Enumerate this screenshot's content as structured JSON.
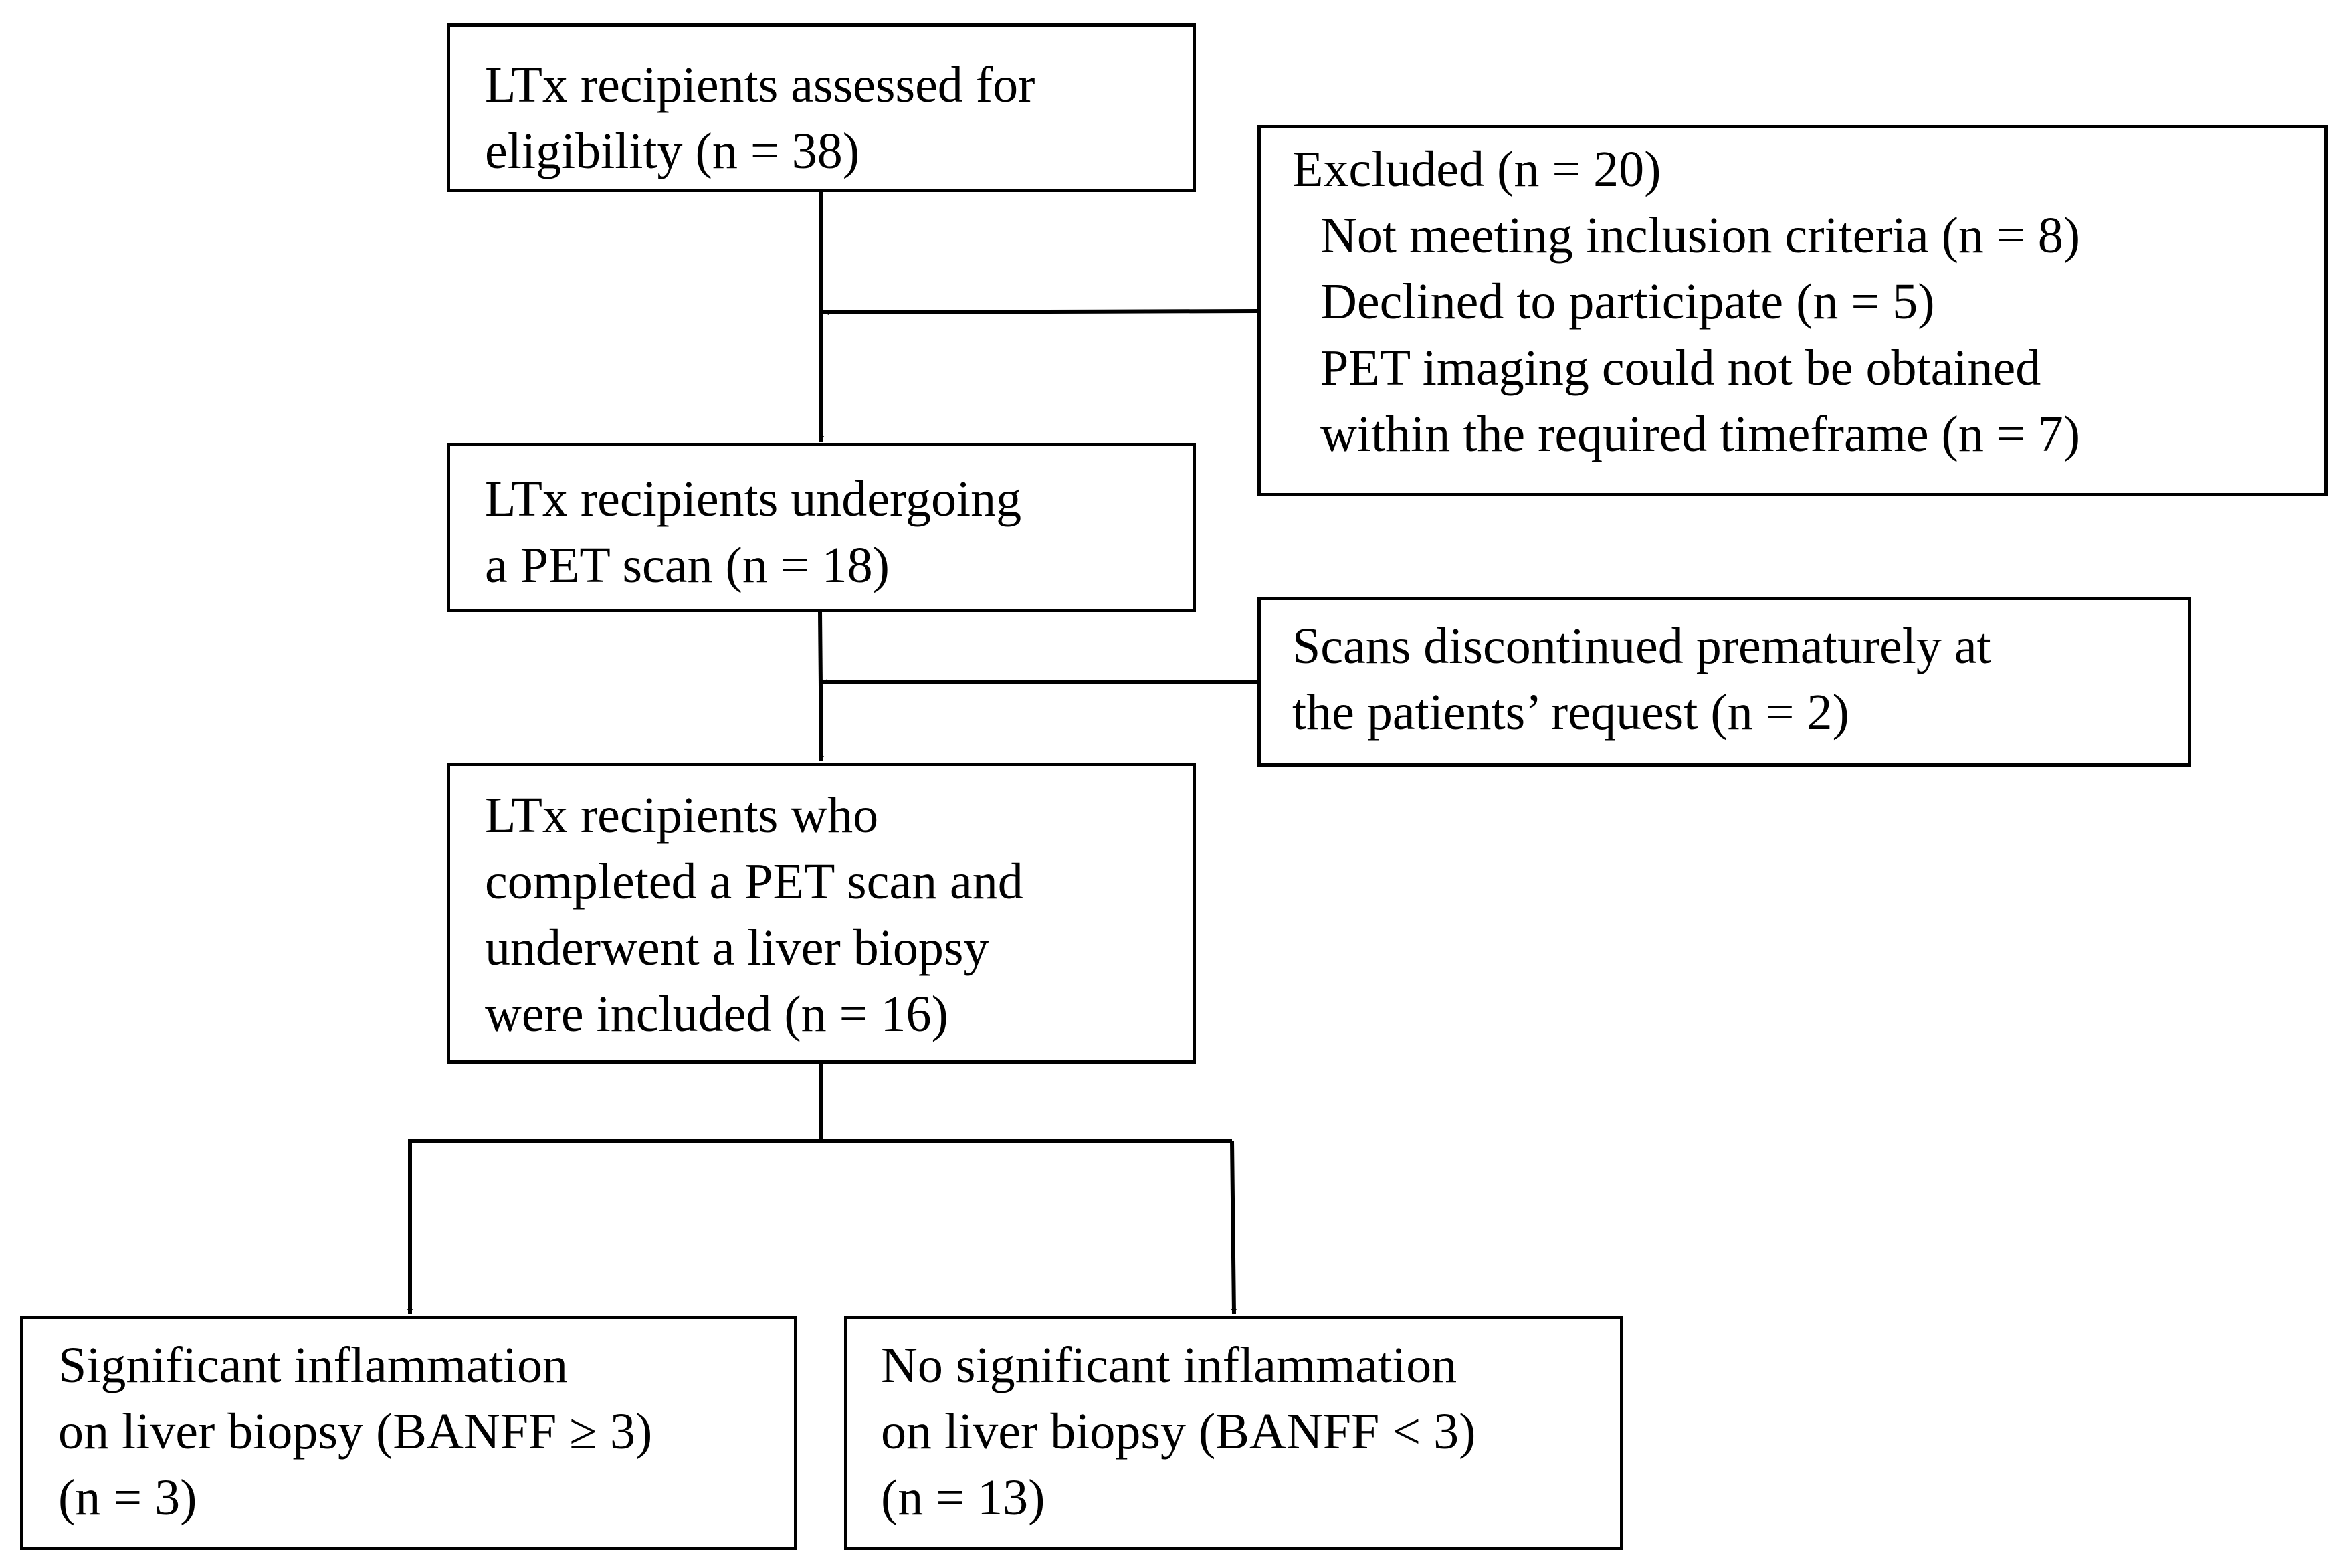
{
  "boxes": {
    "assessed": {
      "lines": [
        "LTx recipients assessed for",
        "eligibility (n = 38)"
      ]
    },
    "excluded": {
      "title": "Excluded (n = 20)",
      "items": [
        "Not meeting inclusion criteria (n = 8)",
        "Declined to participate (n = 5)",
        "PET imaging could not be obtained",
        "within the required timeframe (n = 7)"
      ]
    },
    "pet_scan": {
      "lines": [
        "LTx recipients undergoing",
        "a PET scan (n = 18)"
      ]
    },
    "discontinued": {
      "lines": [
        "Scans discontinued prematurely at",
        "the patients’ request (n = 2)"
      ]
    },
    "included": {
      "lines": [
        "LTx recipients who",
        "completed a PET scan and",
        "underwent a liver biopsy",
        "were included (n = 16)"
      ]
    },
    "significant": {
      "lines": [
        "Significant inflammation",
        "on liver biopsy (BANFF ≥ 3)",
        "(n = 3)"
      ]
    },
    "no_significant": {
      "lines": [
        "No significant inflammation",
        "on liver biopsy (BANFF < 3)",
        "(n = 13)"
      ]
    }
  },
  "colors": {
    "line": "#000000",
    "box_border": "#000000",
    "background": "#ffffff",
    "text": "#000000"
  }
}
